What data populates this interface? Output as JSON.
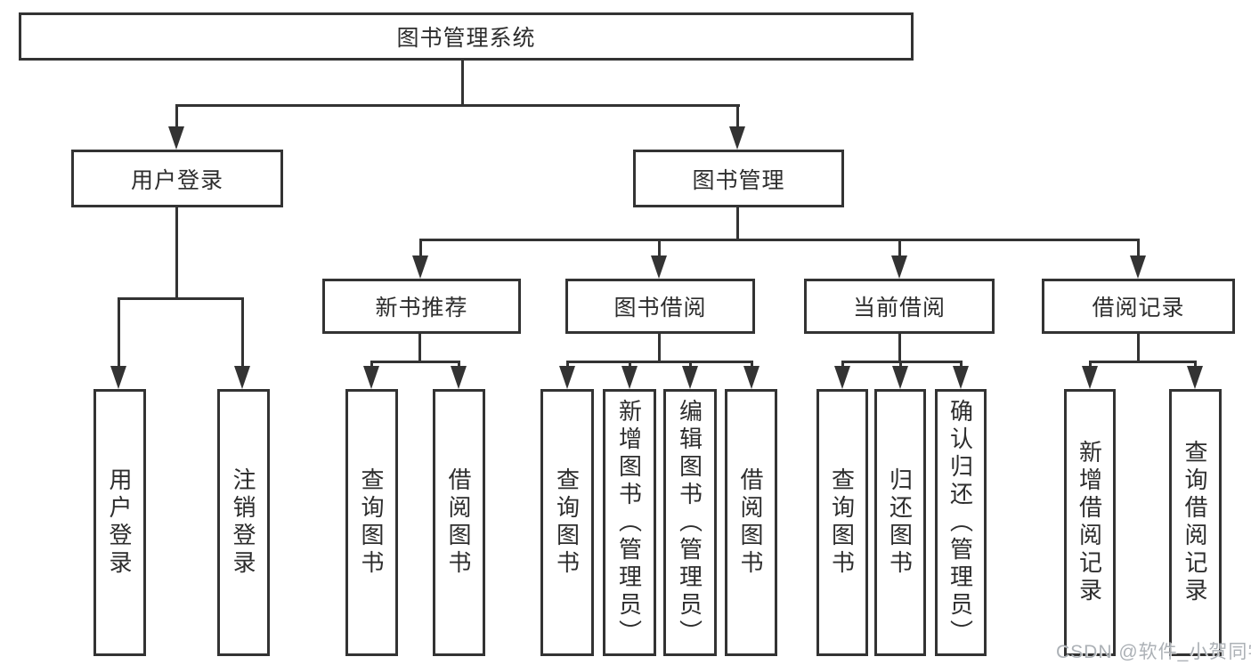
{
  "diagram": {
    "root": {
      "label": "图书管理系统"
    },
    "level2": {
      "user_login": {
        "label": "用户登录"
      },
      "book_management": {
        "label": "图书管理"
      }
    },
    "level3": {
      "new_book_recommendation": {
        "label": "新书推荐"
      },
      "book_borrowing": {
        "label": "图书借阅"
      },
      "current_borrowing": {
        "label": "当前借阅"
      },
      "borrowing_records": {
        "label": "借阅记录"
      }
    },
    "leaves": {
      "user_login": {
        "label": "用户登录"
      },
      "logout": {
        "label": "注销登录"
      },
      "nb_query_books": {
        "label": "查询图书"
      },
      "nb_borrow_books": {
        "label": "借阅图书"
      },
      "bb_query_books": {
        "label": "查询图书"
      },
      "bb_add_books_admin": {
        "label": "新增图书（管理员）"
      },
      "bb_edit_books_admin": {
        "label": "编辑图书（管理员）"
      },
      "bb_borrow_books": {
        "label": "借阅图书"
      },
      "cb_query_books": {
        "label": "查询图书"
      },
      "cb_return_books": {
        "label": "归还图书"
      },
      "cb_confirm_return_admin": {
        "label": "确认归还（管理员）"
      },
      "br_add_record": {
        "label": "新增借阅记录"
      },
      "br_query_record": {
        "label": "查询借阅记录"
      }
    },
    "watermark": "CSDN @软件_小贺同学",
    "colors": {
      "line": "#333333",
      "text": "#2d2d2d",
      "background": "#ffffff",
      "watermark": "#a8adb2"
    }
  }
}
